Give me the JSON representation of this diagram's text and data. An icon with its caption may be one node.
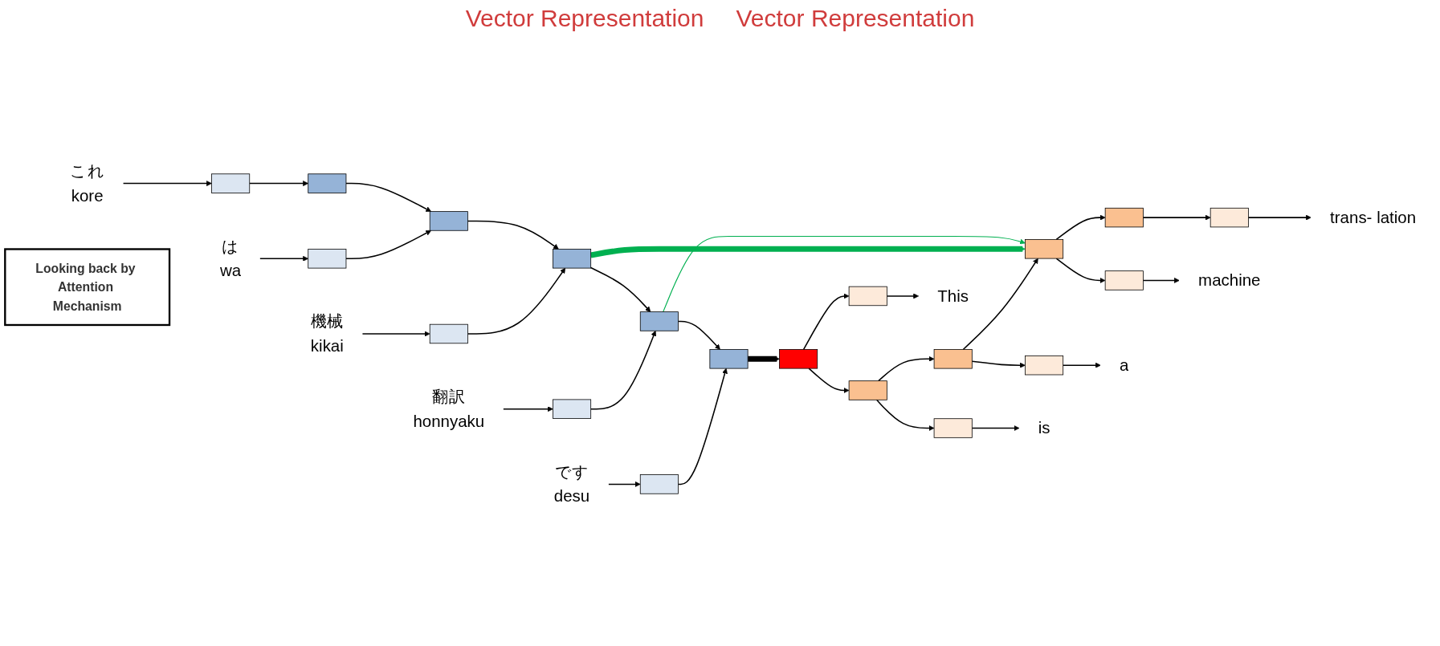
{
  "diagram": {
    "nodes": [
      {
        "text": [
          "これ",
          "kore"
        ]
      },
      {
        "text": [
          "は",
          "wa"
        ]
      },
      {
        "text": [
          "機械",
          "kikai"
        ]
      },
      {
        "text": [
          "翻訳",
          "honnyaku"
        ]
      },
      {
        "text": [
          "です",
          "desu"
        ]
      },
      {
        "text": [],
        "shape": "box"
      },
      {
        "text": [],
        "shape": "box"
      },
      {
        "text": [],
        "shape": "box"
      },
      {
        "text": [],
        "shape": "box"
      },
      {
        "text": [],
        "shape": "box"
      },
      {
        "text": [],
        "shape": "box"
      },
      {
        "text": [],
        "shape": "box"
      },
      {
        "text": [],
        "shape": "box"
      },
      {
        "text": [],
        "shape": "box"
      },
      {
        "text": [],
        "shape": "box"
      },
      {
        "text": [],
        "shape": "box"
      },
      {
        "text": [],
        "shape": "box"
      },
      {
        "text": [],
        "shape": "box"
      },
      {
        "text": [],
        "shape": "box"
      },
      {
        "text": [],
        "shape": "box"
      },
      {
        "text": [],
        "shape": "box"
      },
      {
        "text": [],
        "shape": "box"
      },
      {
        "text": [],
        "shape": "box"
      },
      {
        "text": [],
        "shape": "box"
      },
      {
        "text": [],
        "shape": "box"
      },
      {
        "text": [
          "This"
        ]
      },
      {
        "text": [
          "is"
        ]
      },
      {
        "text": [
          "a"
        ]
      },
      {
        "text": [
          "machine"
        ]
      },
      {
        "text": [
          "trans- lation"
        ]
      },
      {
        "text": [
          "Looking back by Attention Mechanism"
        ]
      }
    ],
    "edges": [
      {
        "from": 0,
        "to": 5,
        "arrow": "to"
      },
      {
        "from": 1,
        "to": 6,
        "arrow": "to"
      },
      {
        "from": 2,
        "to": 7,
        "arrow": "to"
      },
      {
        "from": 3,
        "to": 8,
        "arrow": "to"
      },
      {
        "from": 4,
        "to": 9,
        "arrow": "to"
      },
      {
        "from": 5,
        "to": 10,
        "arrow": "to"
      },
      {
        "from": 6,
        "to": 11,
        "arrow": "to"
      },
      {
        "from": 7,
        "to": 12,
        "arrow": "to"
      },
      {
        "from": 8,
        "to": 13,
        "arrow": "to"
      },
      {
        "from": 9,
        "to": 14,
        "arrow": "to"
      },
      {
        "from": 10,
        "to": 11,
        "arrow": "to"
      },
      {
        "from": 11,
        "to": 12,
        "arrow": "to"
      },
      {
        "from": 12,
        "to": 13,
        "arrow": "to"
      },
      {
        "from": 13,
        "to": 14,
        "arrow": "to"
      },
      {
        "from": 14,
        "to": 15,
        "arrow": "to",
        "style": "thick"
      },
      {
        "from": 15,
        "to": 16,
        "arrow": "to"
      },
      {
        "from": 16,
        "to": 17,
        "arrow": "to"
      },
      {
        "from": 17,
        "to": 18,
        "arrow": "to"
      },
      {
        "from": 18,
        "to": 19,
        "arrow": "to"
      },
      {
        "from": 15,
        "to": 20,
        "arrow": "to"
      },
      {
        "from": 16,
        "to": 21,
        "arrow": "to"
      },
      {
        "from": 17,
        "to": 22,
        "arrow": "to"
      },
      {
        "from": 18,
        "to": 23,
        "arrow": "to"
      },
      {
        "from": 19,
        "to": 24,
        "arrow": "to"
      },
      {
        "from": 20,
        "to": 25,
        "arrow": "to"
      },
      {
        "from": 21,
        "to": 26,
        "arrow": "to"
      },
      {
        "from": 22,
        "to": 27,
        "arrow": "to"
      },
      {
        "from": 23,
        "to": 28,
        "arrow": "to"
      },
      {
        "from": 24,
        "to": 29,
        "arrow": "to"
      },
      {
        "from": 12,
        "to": 18,
        "arrow": "to",
        "style": "thick",
        "color": "#00b050"
      },
      {
        "from": 13,
        "to": 18,
        "arrow": "to",
        "color": "#00b050"
      }
    ],
    "labels": [
      "Vector Representation",
      "Vector Representation"
    ]
  }
}
